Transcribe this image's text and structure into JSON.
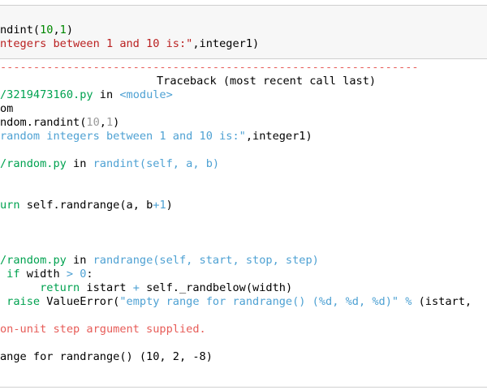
{
  "input": {
    "line1": {
      "pre": "ndint(",
      "n1": "10",
      "comma": ",",
      "n2": "1",
      "post": ")"
    },
    "line2": {
      "str": "ntegers between 1 and 10 is:\"",
      "post": ",integer1)"
    }
  },
  "traceback": {
    "dashes": "---------------------------------------------------------------",
    "header": "Traceback (most recent call last)",
    "file1": {
      "path": "/3219473160.py",
      "in": " in ",
      "func": "<module>"
    },
    "l_om": "om",
    "l_ndom": {
      "pre": "ndom.randint(",
      "n1": "10",
      "comma": ",",
      "n2": "1",
      "post": ")"
    },
    "l_random_ints": {
      "str": "random integers between 1 and 10 is:\"",
      "post": ",integer1)"
    },
    "file2": {
      "path": "/random.py",
      "in": " in ",
      "func": "randint(self, a, b)"
    },
    "l_return1": {
      "kw": "urn",
      "mid": " self.randrange",
      "open": "(",
      "args": "a, b",
      "op": "+",
      "n": "1",
      "close": ")"
    },
    "file3": {
      "path": "/random.py",
      "in": " in ",
      "func": "randrange(self, start, stop, step)"
    },
    "l_if": {
      "kw": " if",
      "mid": " width ",
      "op": ">",
      "sp": " ",
      "n": "0",
      "colon": ":"
    },
    "l_return2": {
      "ind": "      ",
      "kw": "return",
      "mid": " istart ",
      "op": "+",
      "post": " self._randbelow",
      "open": "(",
      "arg": "width",
      "close": ")"
    },
    "l_raise": {
      "kw": " raise",
      "mid": " ValueError",
      "open": "(",
      "str": "\"empty range for randrange() (%d, %d, %d)\"",
      "sp": " ",
      "op": "%",
      "post": " (istart,"
    },
    "l_nonunit": "on-unit step argument supplied.",
    "l_error": "ange for randrange() (10, 2, -8)"
  }
}
